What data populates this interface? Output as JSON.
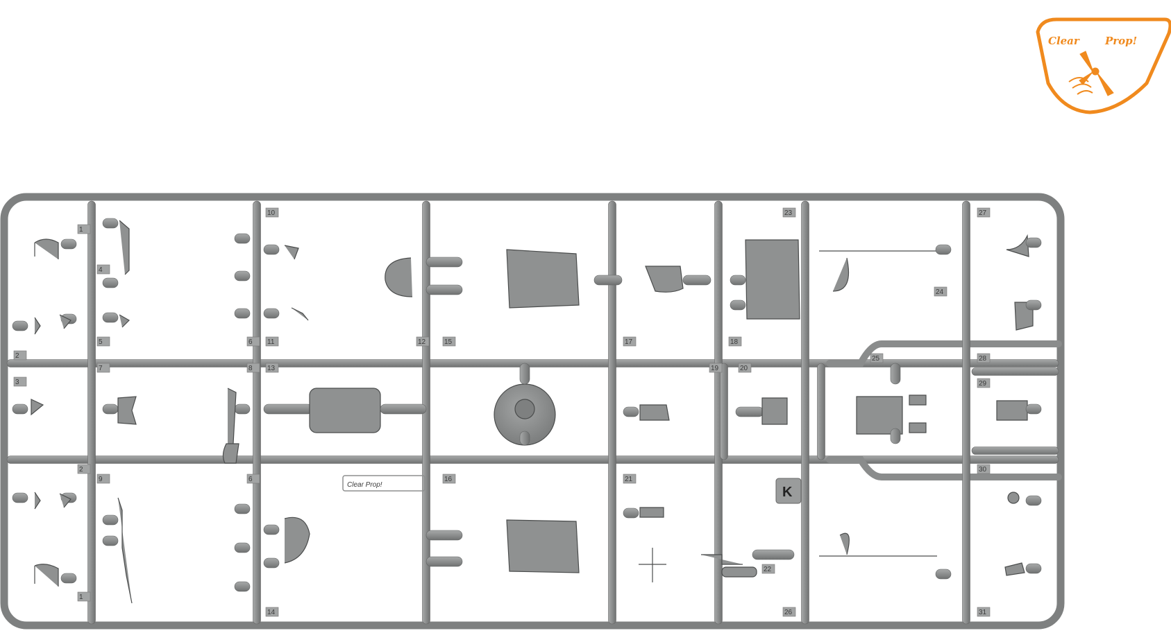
{
  "logo": {
    "text_left": "Clear",
    "text_right": "Prop!",
    "color": "#f08a1e"
  },
  "sprue": {
    "letter": "K",
    "frame_color": "#8d8f8f",
    "part_color": "#939595",
    "emboss_text": "Clear Prop!",
    "part_numbers": [
      "1",
      "4",
      "5",
      "2",
      "3",
      "7",
      "8",
      "2",
      "9",
      "1",
      "10",
      "6",
      "11",
      "12",
      "13",
      "6",
      "14",
      "15",
      "16",
      "17",
      "18",
      "19",
      "20",
      "21",
      "22",
      "23",
      "24",
      "25",
      "26",
      "27",
      "28",
      "29",
      "30",
      "31"
    ]
  }
}
